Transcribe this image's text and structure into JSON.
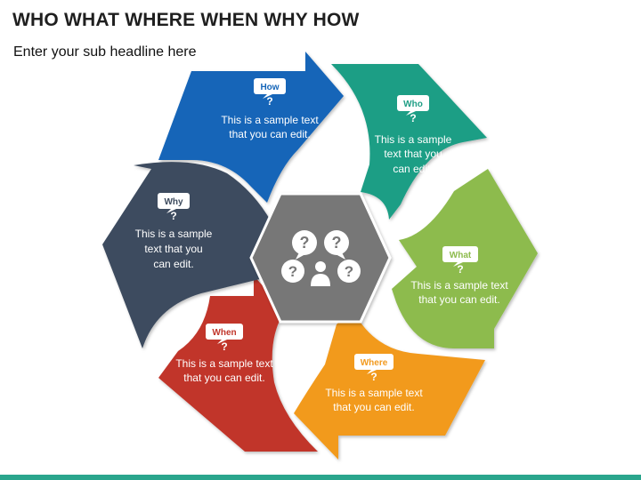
{
  "header": {
    "title": "WHO WHAT WHERE WHEN WHY HOW",
    "subtitle": "Enter your sub headline here"
  },
  "segments": [
    {
      "key": "how",
      "label": "How",
      "color": "#1565b8",
      "text_line1": "This is a sample text",
      "text_line2": "that you can edit."
    },
    {
      "key": "who",
      "label": "Who",
      "color": "#1f9e85",
      "text_line1": "This is a sample",
      "text_line2": "text that you",
      "text_line3": "can edit."
    },
    {
      "key": "what",
      "label": "What",
      "color": "#8dbb4d",
      "text_line1": "This is a sample text",
      "text_line2": "that you can edit."
    },
    {
      "key": "where",
      "label": "Where",
      "color": "#f29a1f",
      "text_line1": "This is a sample text",
      "text_line2": "that you can edit."
    },
    {
      "key": "when",
      "label": "When",
      "color": "#c1362b",
      "text_line1": "This is a sample text",
      "text_line2": "that you can edit."
    },
    {
      "key": "why",
      "label": "Why",
      "color": "#3d4b5e",
      "text_line1": "This is a sample",
      "text_line2": "text that you",
      "text_line3": "can edit."
    }
  ],
  "center": {
    "color": "#777777",
    "icon": "people-questions-icon"
  },
  "bubble_icon": "speech-bubble-question-icon",
  "footer": {
    "color": "#2aa58c"
  }
}
